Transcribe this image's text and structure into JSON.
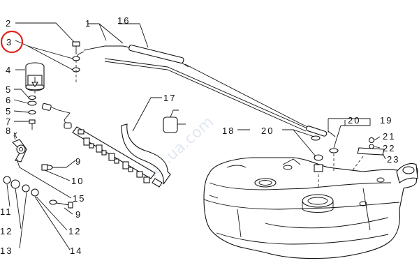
{
  "callouts": [
    {
      "id": "1",
      "text": "1"
    },
    {
      "id": "2",
      "text": "2"
    },
    {
      "id": "3",
      "text": "3"
    },
    {
      "id": "4",
      "text": "4"
    },
    {
      "id": "5a",
      "text": "5"
    },
    {
      "id": "6",
      "text": "6"
    },
    {
      "id": "5b",
      "text": "5"
    },
    {
      "id": "7",
      "text": "7"
    },
    {
      "id": "8",
      "text": "8"
    },
    {
      "id": "9a",
      "text": "9"
    },
    {
      "id": "10",
      "text": "10"
    },
    {
      "id": "15",
      "text": "15"
    },
    {
      "id": "9b",
      "text": "9"
    },
    {
      "id": "11",
      "text": "11"
    },
    {
      "id": "12a",
      "text": "12"
    },
    {
      "id": "12b",
      "text": "12"
    },
    {
      "id": "13",
      "text": "13"
    },
    {
      "id": "14",
      "text": "14"
    },
    {
      "id": "16",
      "text": "16"
    },
    {
      "id": "17",
      "text": "17"
    },
    {
      "id": "18",
      "text": "18"
    },
    {
      "id": "20a",
      "text": "20"
    },
    {
      "id": "20b",
      "text": "20"
    },
    {
      "id": "19",
      "text": "19"
    },
    {
      "id": "21",
      "text": "21"
    },
    {
      "id": "22",
      "text": "22"
    },
    {
      "id": "23",
      "text": "23"
    }
  ],
  "highlight": {
    "callout": "3",
    "color": "#e0251b"
  },
  "watermark": {
    "text": "Fiat.ua.com"
  },
  "colors": {
    "line": "#111111",
    "highlight": "#e0251b",
    "watermark": "#c9d6e6"
  }
}
